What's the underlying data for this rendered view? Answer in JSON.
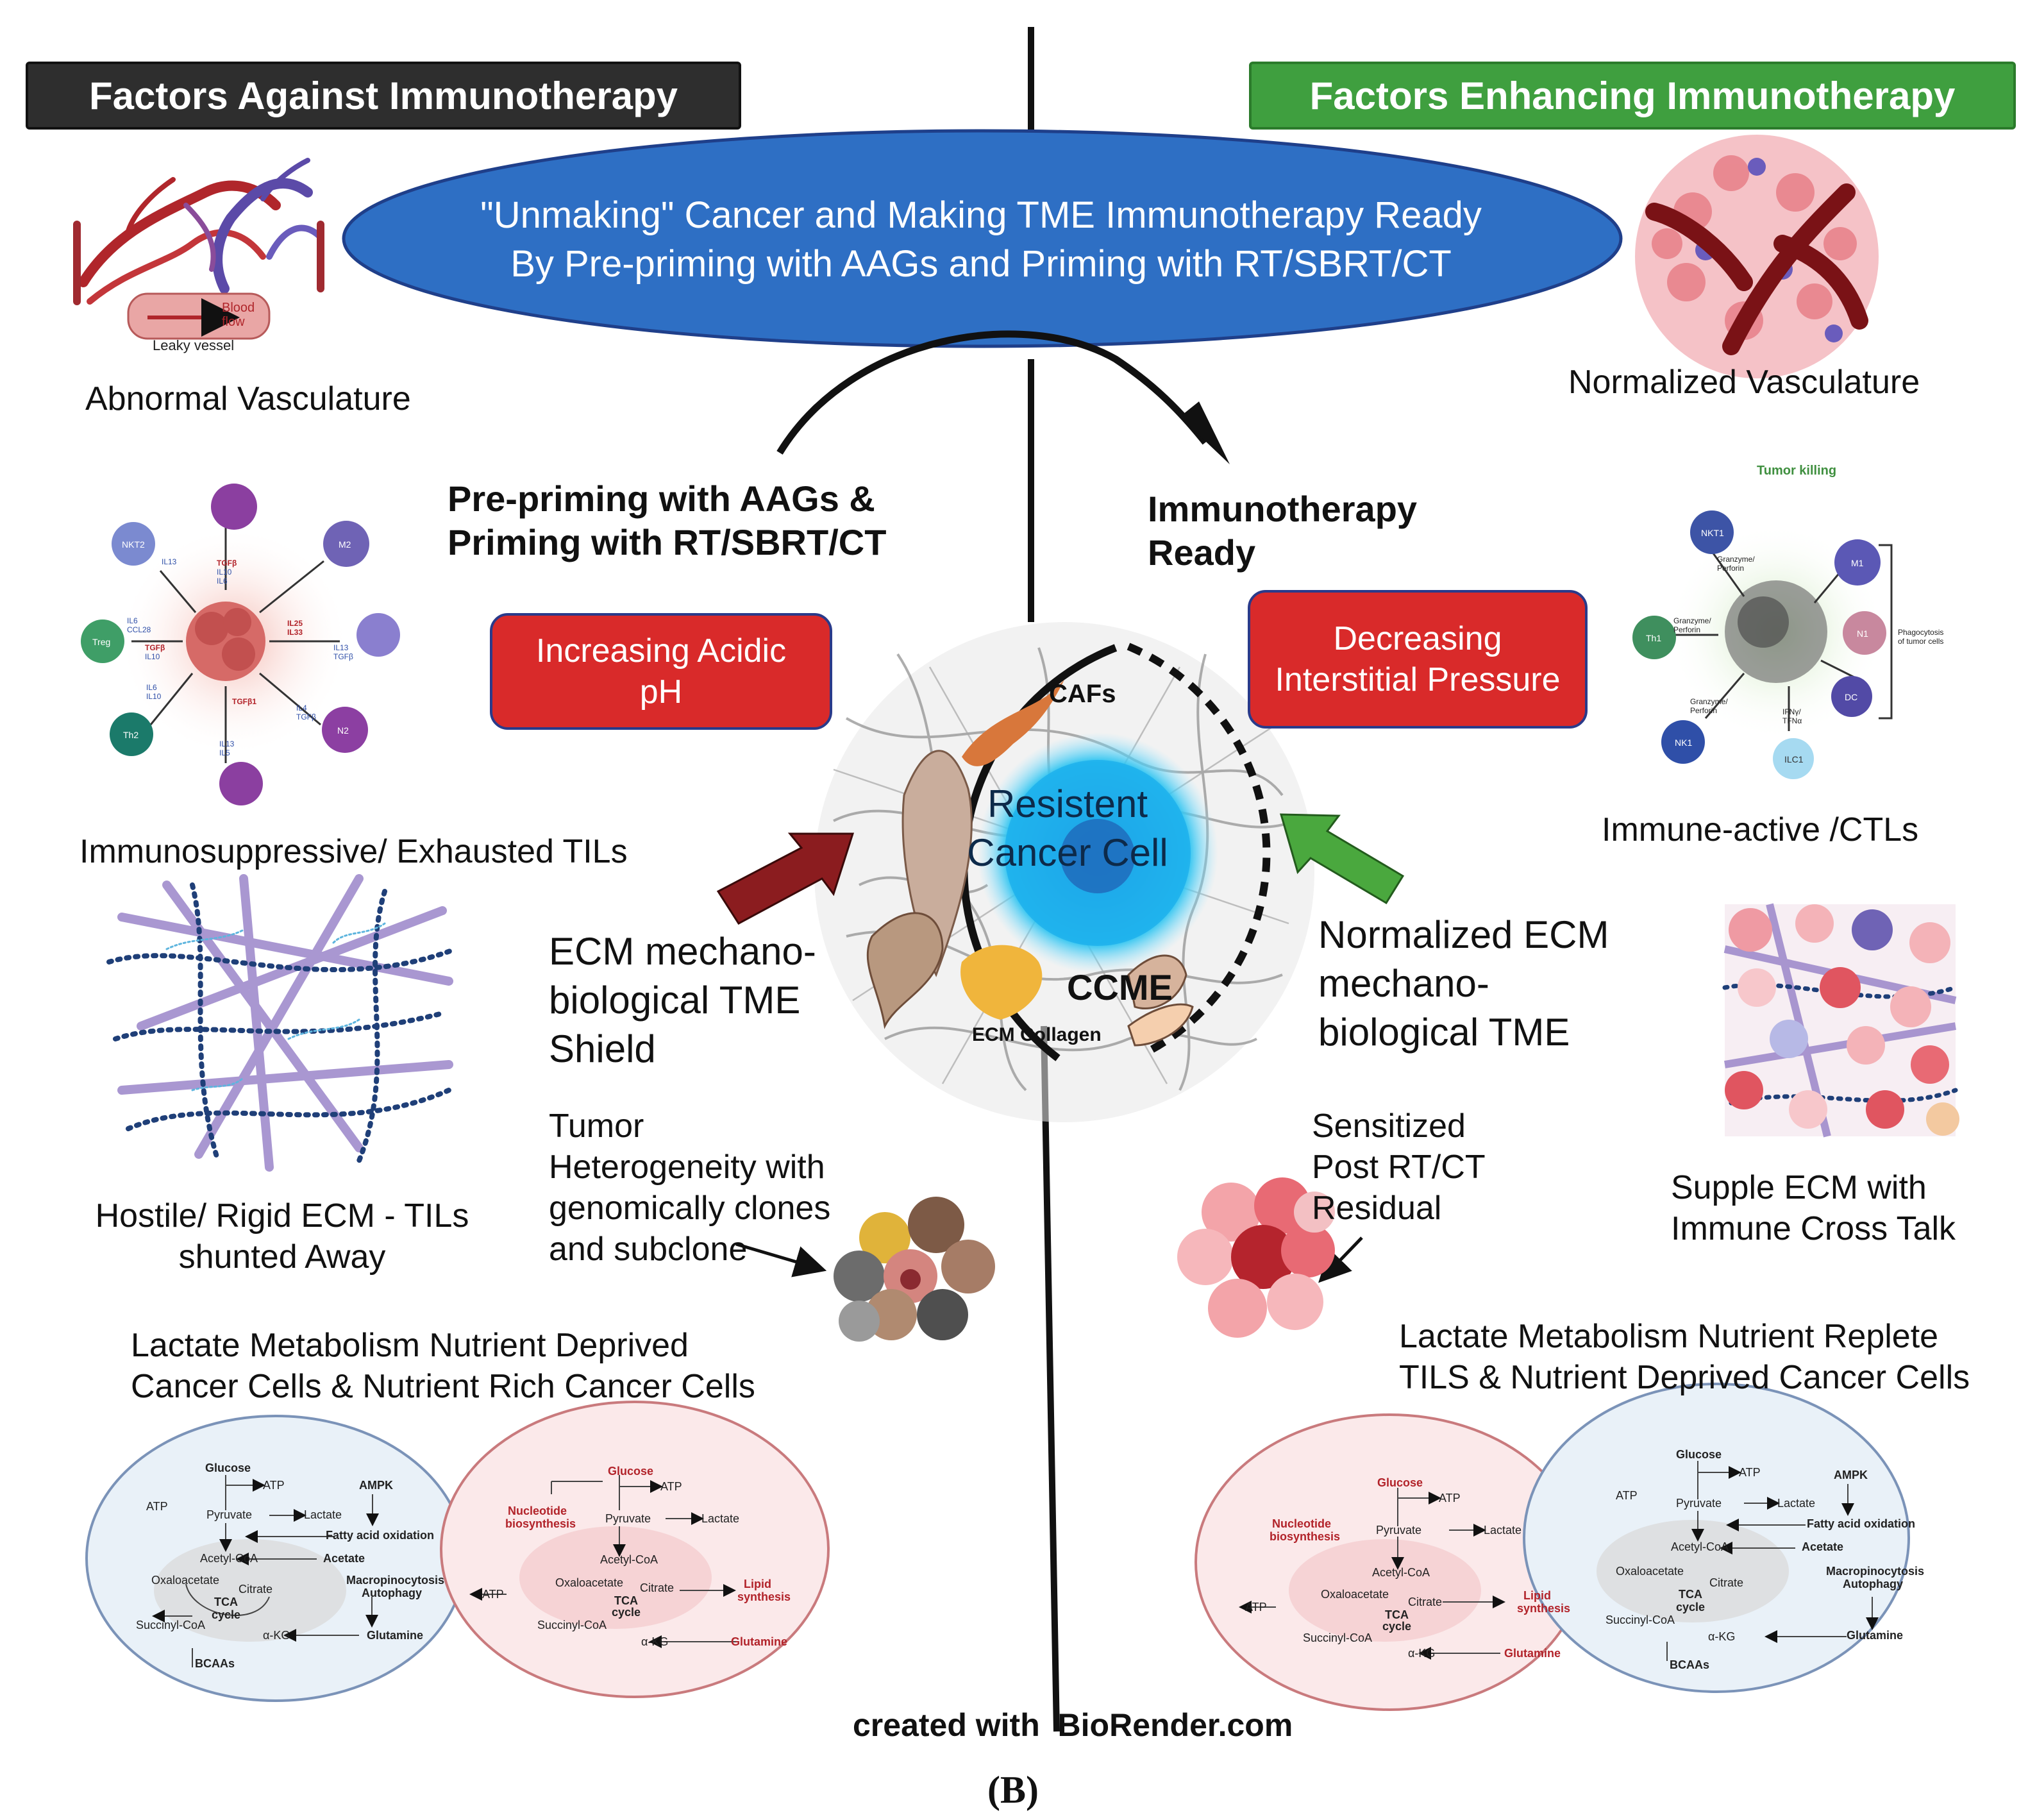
{
  "headers": {
    "against": "Factors Against Immunotherapy",
    "enhancing": "Factors Enhancing Immunotherapy"
  },
  "center_ellipse": {
    "line1": "\"Unmaking\" Cancer and Making TME Immunotherapy Ready",
    "line2": "By Pre-priming with AAGs and Priming with RT/SBRT/CT"
  },
  "left": {
    "vasculature_labels": {
      "blood_flow_1": "Blood",
      "blood_flow_2": "flow",
      "leaky": "Leaky vessel"
    },
    "abnormal_vasculature": "Abnormal Vasculature",
    "tils_caption": "Immunosuppressive/ Exhausted TILs",
    "ecm_caption_1": "Hostile/ Rigid ECM  - TILs",
    "ecm_caption_2": "shunted Away",
    "lactate_1": "Lactate Metabolism Nutrient Deprived",
    "lactate_2": "Cancer Cells & Nutrient Rich Cancer Cells"
  },
  "right": {
    "normalized_vasculature": "Normalized Vasculature",
    "tumor_killing": "Tumor killing",
    "immune_caption": "Immune-active /CTLs",
    "supple_1": "Supple ECM  with",
    "supple_2": "Immune Cross Talk",
    "lactate_1": "Lactate Metabolism Nutrient Replete",
    "lactate_2": "TILS & Nutrient Deprived Cancer Cells"
  },
  "middle": {
    "prepriming_1": "Pre-priming with AAGs &",
    "prepriming_2": "Priming with RT/SBRT/CT",
    "ready_1": "Immunotherapy",
    "ready_2": "Ready",
    "acidic_1": "Increasing Acidic",
    "acidic_2": "pH",
    "pressure_1": "Decreasing",
    "pressure_2": "Interstitial Pressure",
    "resistent_1": "Resistent",
    "resistent_2": "Cancer Cell",
    "cafs": "CAFs",
    "ccme": "CCME",
    "ecm_collagen": "ECM Collagen",
    "shield_1": "ECM mechano-",
    "shield_2": "biological TME",
    "shield_3": "Shield",
    "normalized_1": "Normalized ECM",
    "normalized_2": "mechano-",
    "normalized_3": "biological TME",
    "hetero_1": "Tumor",
    "hetero_2": "Heterogeneity with",
    "hetero_3": "genomically clones",
    "hetero_4": "and subclone",
    "sensitized_1": "Sensitized",
    "sensitized_2": "Post RT/CT",
    "sensitized_3": "Residual"
  },
  "tils_cells": {
    "nkt2": "NKT2",
    "m2": "M2",
    "treg": "Treg",
    "th2": "Th2",
    "n2": "N2",
    "cyt_top": [
      "TGFβ",
      "IL10",
      "IL6"
    ],
    "cyt_tl": "IL13",
    "cyt_l": [
      "IL6",
      "CCL28",
      "TGFβ",
      "IL10"
    ],
    "cyt_r": [
      "IL25",
      "IL33",
      "IL13",
      "TGFβ"
    ],
    "cyt_bl": [
      "IL6",
      "IL10"
    ],
    "cyt_bot": [
      "TGFβ1",
      "IL13",
      "IL5"
    ],
    "cyt_br": [
      "IL4",
      "TGFβ"
    ]
  },
  "immune_cells": {
    "nkt1": "NKT1",
    "m1": "M1",
    "th1": "Th1",
    "n1": "N1",
    "nk1": "NK1",
    "ilc1": "ILC1",
    "dc": "DC",
    "gp": [
      "Granzyme/",
      "Perforin"
    ],
    "ifn": [
      "IFNγ/",
      "TFNα"
    ],
    "phago": [
      "Phagocytosis",
      "of tumor cells"
    ]
  },
  "metabolism": {
    "glucose": "Glucose",
    "atp": "ATP",
    "pyruvate": "Pyruvate",
    "lactate": "Lactate",
    "ampk": "AMPK",
    "fao": "Fatty acid oxidation",
    "acetyl": "Acetyl-CoA",
    "acetate": "Acetate",
    "oxalo": "Oxaloacetate",
    "citrate": "Citrate",
    "tca_1": "TCA",
    "tca_2": "cycle",
    "macro_1": "Macropinocytosis",
    "macro_2": "Autophagy",
    "succinyl": "Succinyl-CoA",
    "akg": "α-KG",
    "glutamine": "Glutamine",
    "bcaas": "BCAAs",
    "nucleo_1": "Nucleotide",
    "nucleo_2": "biosynthesis",
    "lipid_1": "Lipid",
    "lipid_2": "synthesis"
  },
  "footer": {
    "created_with": "created with",
    "biorender": "BioRender.com",
    "panel": "(B)"
  }
}
